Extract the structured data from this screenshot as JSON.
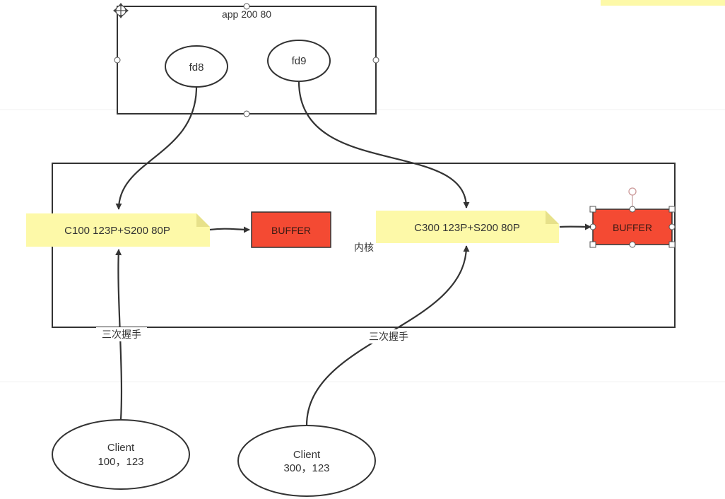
{
  "app": {
    "title": "app 200 80",
    "fd8": "fd8",
    "fd9": "fd9"
  },
  "kernel": {
    "label": "内核"
  },
  "note1": {
    "text": "C100 123P+S200 80P"
  },
  "note2": {
    "text": "C300 123P+S200 80P"
  },
  "buffer1": {
    "text": "BUFFER"
  },
  "buffer2": {
    "text": "BUFFER"
  },
  "client1": {
    "line1": "Client",
    "line2": "100，123"
  },
  "client2": {
    "line1": "Client",
    "line2": "300，123"
  },
  "handshake1": {
    "text": "三次握手"
  },
  "handshake2": {
    "text": "三次握手"
  },
  "colors": {
    "note": "#fdf9a8",
    "note_fold": "#e7e18a",
    "buffer": "#f44a33",
    "stroke": "#333333"
  },
  "icons": {
    "move_handle": "move-icon"
  }
}
